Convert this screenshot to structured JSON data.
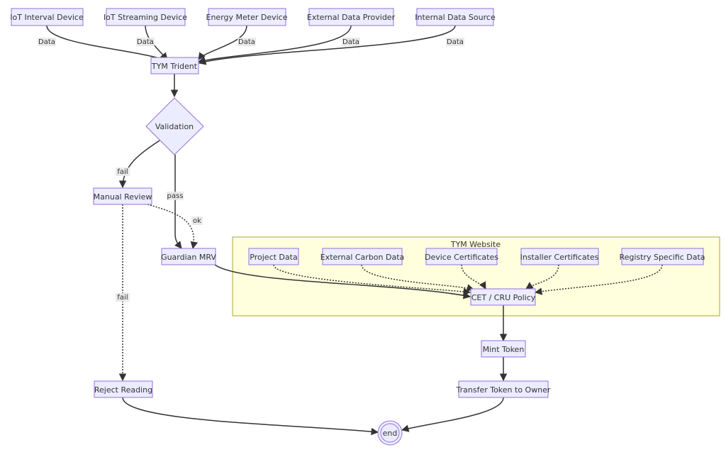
{
  "nodes": {
    "iot_interval": "IoT Interval Device",
    "iot_streaming": "IoT Streaming Device",
    "energy_meter": "Energy Meter Device",
    "external_provider": "External Data Provider",
    "internal_source": "Internal Data Source",
    "trident": "TYM Trident",
    "validation": "Validation",
    "manual_review": "Manual Review",
    "guardian": "Guardian MRV",
    "project_data": "Project Data",
    "external_carbon": "External Carbon Data",
    "device_certs": "Device Certificates",
    "installer_certs": "Installer Certificates",
    "registry_data": "Registry Specific Data",
    "policy": "CET / CRU Policy",
    "mint": "Mint Token",
    "transfer": "Transfer Token to Owner",
    "reject": "Reject Reading",
    "end": "end"
  },
  "cluster": {
    "title": "TYM Website"
  },
  "edge_labels": {
    "data": "Data",
    "fail": "fail",
    "pass": "pass",
    "ok": "ok"
  },
  "colors": {
    "node_fill": "#ECECFF",
    "node_stroke": "#9370DB",
    "cluster_fill": "#ffffde",
    "cluster_stroke": "#aaaa33",
    "edge": "#333333"
  }
}
